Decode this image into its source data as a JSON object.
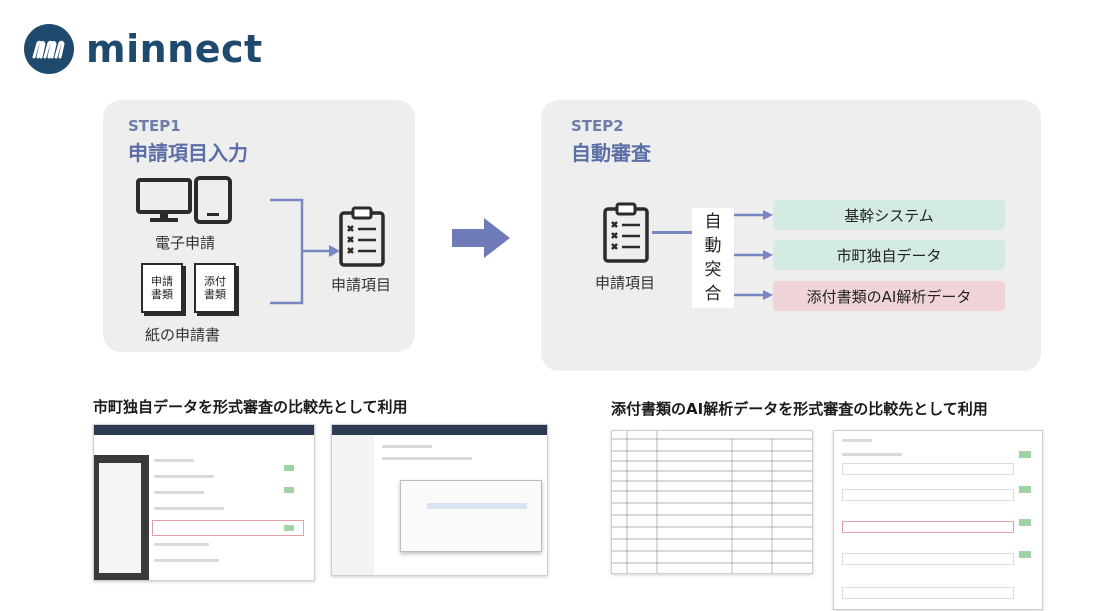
{
  "brand": {
    "name": "minnect"
  },
  "step1": {
    "step": "STEP1",
    "title": "申請項目入力",
    "electronic_label": "電子申請",
    "paper_doc1": "申請\n書類",
    "paper_doc2": "添付\n書類",
    "paper_label": "紙の申請書",
    "output_label": "申請項目"
  },
  "step2": {
    "step": "STEP2",
    "title": "自動審査",
    "input_label": "申請項目",
    "process": [
      "自",
      "動",
      "突",
      "合"
    ],
    "results": [
      {
        "label": "基幹システム",
        "color": "#d4ebe3"
      },
      {
        "label": "市町独自データ",
        "color": "#d4ebe3"
      },
      {
        "label": "添付書類のAI解析データ",
        "color": "#f0d4d8"
      }
    ]
  },
  "captions": {
    "left": "市町独自データを形式審査の比較先として利用",
    "right": "添付書類のAI解析データを形式審査の比較先として利用"
  },
  "colors": {
    "brand": "#1f4a6e",
    "accent": "#6f7ea8",
    "arrow": "#6e7bb8",
    "connector": "#7a86c2"
  }
}
